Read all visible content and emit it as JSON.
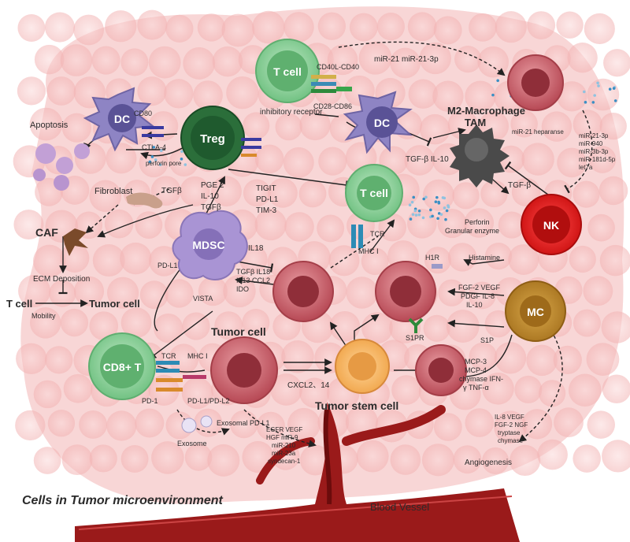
{
  "caption": "Cells in Tumor microenvironment",
  "cells": {
    "t_cell_top": "T cell",
    "dc_top": "DC",
    "dc_left": "DC",
    "treg": "Treg",
    "t_cell_mid": "T cell",
    "nk": "NK",
    "mdsc": "MDSC",
    "cd8": "CD8+ T",
    "mc": "MC",
    "tumor_cell": "Tumor cell",
    "tumor_stem_cell": "Tumor stem cell",
    "tumor_cell_left": "Tumor cell",
    "t_cell_left": "T cell",
    "caf": "CAF",
    "fibroblast": "Fibroblast",
    "macrophage_line1": "M2-Macrophage",
    "macrophage_line2": "TAM"
  },
  "labels": {
    "apoptosis": "Apoptosis",
    "cd80": "CD80",
    "ctla4": "CTLA-4",
    "perforin_pore": "perforin pore",
    "inhibitory_receptor": "inhibitory receptor",
    "cd40l_cd40": "CD40L-CD40",
    "cd28_cd86": "CD28-CD86",
    "mir21_3p": "miR-21 miR-21-3p",
    "tgfb_il10_dc": "TGF-β IL-10",
    "tgfb_nk": "TGF-β",
    "mir21_heparanse": "miR-21 heparanse",
    "mir_list": [
      "miR-21-3p",
      "miR-940",
      "miR-3b-3p",
      "miR-181d-5p",
      "let7a"
    ],
    "tgfb_fibro": "TGFβ",
    "pge2": "PGE 2",
    "il10": "IL-10",
    "tgfb_treg": "TGFβ",
    "tigit": "TIGIT",
    "pdl1_treg": "PD-L1",
    "tim3": "TIM-3",
    "ecm": "ECM Deposition",
    "mobility": "Mobility",
    "pdl1_mdsc": "PD-L1",
    "vista": "VISTA",
    "il18": "IL18",
    "tgfb_group": [
      "TGFβ IL18",
      "IL13 CCL2",
      "IDO"
    ],
    "tcr_mid": "TCR",
    "mhc_mid": "MHC Ⅰ",
    "perforin": [
      "Perforin",
      "Granular enzyme"
    ],
    "h1r": "H1R",
    "histamine": "Histamine",
    "fgf_group": [
      "FGF-2 VEGF",
      "PDGF IL-8",
      "IL-10"
    ],
    "s1pr": "S1PR",
    "s1p": "S1P",
    "mcp_group": [
      "MCP-3",
      "MCP-4",
      "chymase IFN-",
      "γ TNF-α"
    ],
    "tcr_bottom": "TCR",
    "mhc_bottom": "MHC Ⅰ",
    "pd1": "PD-1",
    "pdl1_pdl2": "PD-L1/PD-L2",
    "exosomal_pdl1": "Exosomal PD-L1",
    "exosome": "Exosome",
    "cxcl": "CXCL2、14",
    "il8_group": [
      "IL-8 VEGF",
      "FGF-2 NGF",
      "tryptase",
      "chymase"
    ],
    "angiogenesis": "Angiogenesis",
    "egfr_group": [
      "EGFR VEGF",
      "HGF miR-9",
      "miR-210",
      "miR-23a",
      "syndecan-1"
    ],
    "blood_vessel": "Blood Vessel"
  },
  "colors": {
    "tumor_red": "#c0505a",
    "t_cell_green": "#8fcf9a",
    "treg_dark": "#1f5a2e",
    "dc_purple": "#8e84c4",
    "mdsc_purple": "#a994d4",
    "nk_red": "#e52424",
    "mc_gold": "#c9902f",
    "stem_orange": "#f5bb6b",
    "macrophage_gray": "#4a4a4a",
    "vessel_red": "#9a1a1a"
  }
}
